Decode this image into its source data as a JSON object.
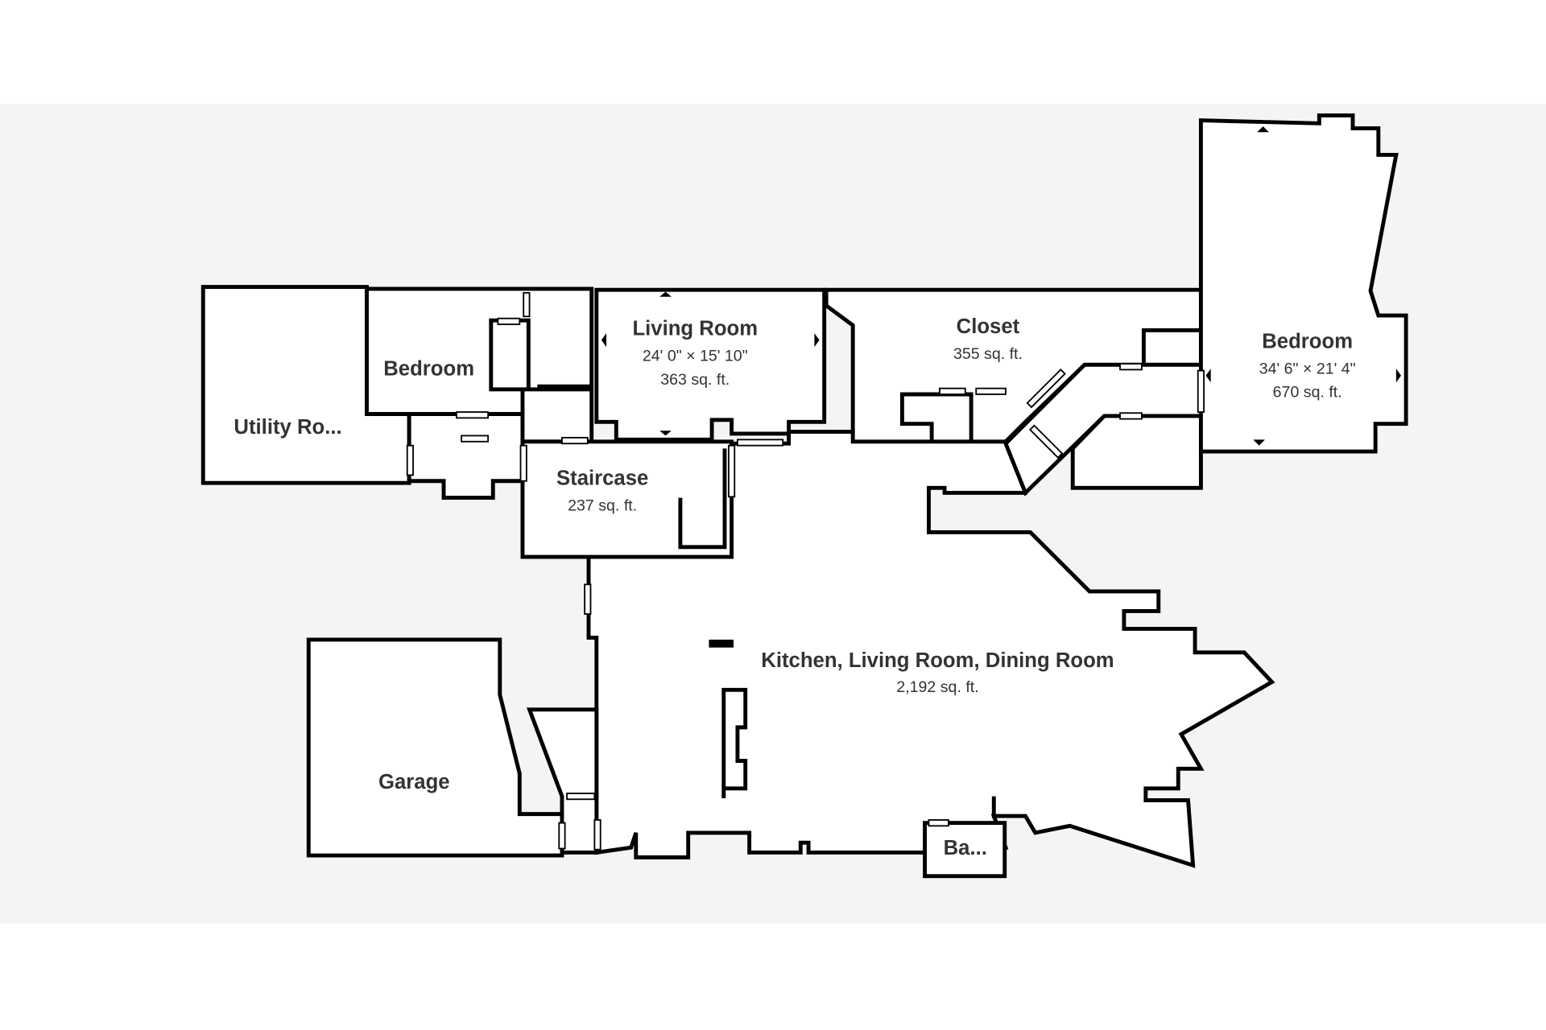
{
  "floorplan": {
    "rooms": [
      {
        "name": "Utility Ro..."
      },
      {
        "name": "Bedroom"
      },
      {
        "name": "Living Room",
        "dimensions": "24' 0\" × 15' 10\"",
        "area": "363 sq. ft."
      },
      {
        "name": "Closet",
        "area": "355 sq. ft."
      },
      {
        "name": "Bedroom",
        "dimensions": "34' 6\" × 21' 4\"",
        "area": "670 sq. ft."
      },
      {
        "name": "Staircase",
        "area": "237 sq. ft."
      },
      {
        "name": "Kitchen, Living Room, Dining Room",
        "area": "2,192 sq. ft."
      },
      {
        "name": "Garage"
      },
      {
        "name": "Ba..."
      }
    ],
    "colors": {
      "background": "#f4f4f4",
      "wall": "#000000",
      "text": "#333333"
    }
  }
}
